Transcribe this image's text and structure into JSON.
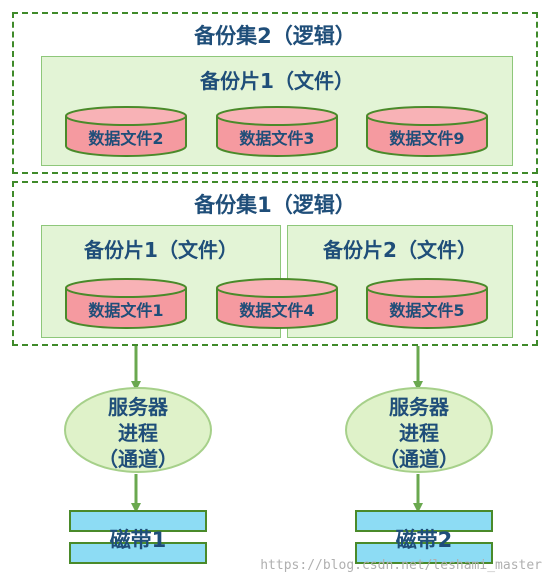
{
  "set2": {
    "title": "备份集2（逻辑）",
    "shard": {
      "title": "备份片1（文件）",
      "files": [
        "数据文件2",
        "数据文件3",
        "数据文件9"
      ]
    }
  },
  "set1": {
    "title": "备份集1（逻辑）",
    "shard1": {
      "title": "备份片1（文件）"
    },
    "shard2": {
      "title": "备份片2（文件）"
    },
    "files": [
      "数据文件1",
      "数据文件4",
      "数据文件5"
    ]
  },
  "processes": [
    {
      "line1": "服务器",
      "line2": "进程",
      "line3": "（通道）"
    },
    {
      "line1": "服务器",
      "line2": "进程",
      "line3": "（通道）"
    }
  ],
  "tapes": [
    {
      "label": "磁带1"
    },
    {
      "label": "磁带2"
    }
  ],
  "watermark": "https://blog.csdn.net/leshami_master",
  "colors": {
    "dashed_border": "#3f8a2a",
    "shard_fill": "#e3f4d6",
    "cylinder_fill": "#f59aa0",
    "process_fill": "#dff2c9",
    "tape_fill": "#8ddcf4",
    "text": "#1f4e79",
    "arrow": "#6aa84f"
  }
}
